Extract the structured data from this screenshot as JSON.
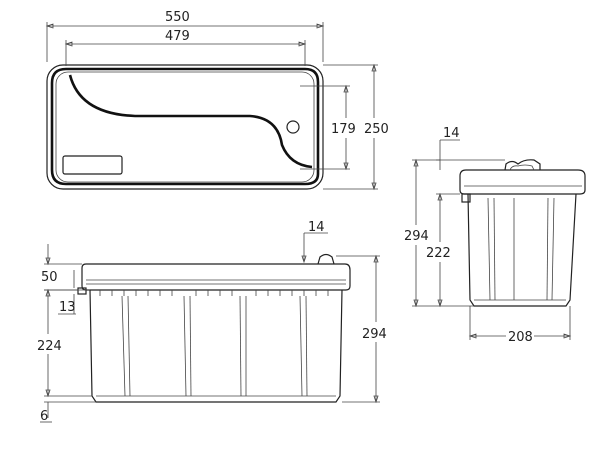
{
  "top_view": {
    "overall_width": "550",
    "lid_width": "479",
    "inner_height": "179",
    "overall_depth": "250"
  },
  "front_view": {
    "lid_height": "50",
    "hinge_offset": "13",
    "body_height": "224",
    "foot_height": "6",
    "handle_offset": "14",
    "overall_height": "294"
  },
  "side_view": {
    "handle_offset": "14",
    "overall_height": "294",
    "body_height": "222",
    "body_width": "208"
  }
}
